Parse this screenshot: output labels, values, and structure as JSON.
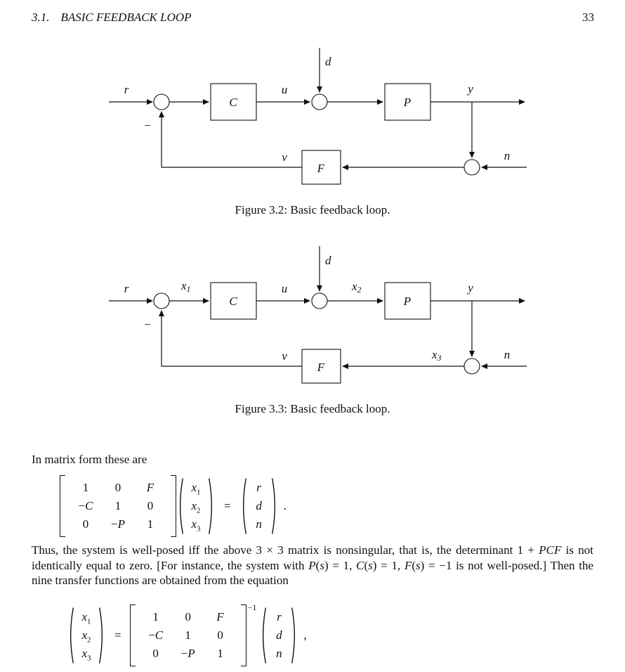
{
  "header": {
    "section_number": "3.1.",
    "section_title": "BASIC FEEDBACK LOOP",
    "page_number": "33"
  },
  "fig32": {
    "caption": "Figure 3.2: Basic feedback loop.",
    "blocks": {
      "C": "C",
      "P": "P",
      "F": "F"
    },
    "labels": {
      "r": "r",
      "minus": "−",
      "u": "u",
      "d": "d",
      "y": "y",
      "n": "n",
      "v": "v"
    }
  },
  "fig33": {
    "caption": "Figure 3.3: Basic feedback loop.",
    "blocks": {
      "C": "C",
      "P": "P",
      "F": "F"
    },
    "labels": {
      "r": "r",
      "minus": "−",
      "u": "u",
      "d": "d",
      "y": "y",
      "n": "n",
      "v": "v",
      "x1": {
        "base": "x",
        "sub": "1"
      },
      "x2": {
        "base": "x",
        "sub": "2"
      },
      "x3": {
        "base": "x",
        "sub": "3"
      }
    }
  },
  "body": {
    "intro": "In matrix form these are",
    "para": [
      {
        "t": "Thus, the system is well-posed iff the above 3 × 3 matrix is nonsingular, that is, the determinant 1 + "
      },
      {
        "t": "PCF",
        "i": true
      },
      {
        "t": " is not identically equal to zero.  [For instance, the system with "
      },
      {
        "t": "P",
        "i": true
      },
      {
        "t": "("
      },
      {
        "t": "s",
        "i": true
      },
      {
        "t": ") = 1, "
      },
      {
        "t": "C",
        "i": true
      },
      {
        "t": "("
      },
      {
        "t": "s",
        "i": true
      },
      {
        "t": ") = 1, "
      },
      {
        "t": "F",
        "i": true
      },
      {
        "t": "("
      },
      {
        "t": "s",
        "i": true
      },
      {
        "t": ") = −1 is not well-posed.]  Then the nine transfer functions are obtained from the equation"
      }
    ]
  },
  "eq1": {
    "matrix": [
      [
        [
          {
            "t": "1"
          }
        ],
        [
          {
            "t": "0"
          }
        ],
        [
          {
            "t": "F",
            "i": true
          }
        ]
      ],
      [
        [
          {
            "t": "−"
          },
          {
            "t": "C",
            "i": true
          }
        ],
        [
          {
            "t": "1"
          }
        ],
        [
          {
            "t": "0"
          }
        ]
      ],
      [
        [
          {
            "t": "0"
          }
        ],
        [
          {
            "t": "−"
          },
          {
            "t": "P",
            "i": true
          }
        ],
        [
          {
            "t": "1"
          }
        ]
      ]
    ],
    "x": [
      [
        {
          "t": "x",
          "i": true
        },
        {
          "t": "1",
          "sub": true
        }
      ],
      [
        {
          "t": "x",
          "i": true
        },
        {
          "t": "2",
          "sub": true
        }
      ],
      [
        {
          "t": "x",
          "i": true
        },
        {
          "t": "3",
          "sub": true
        }
      ]
    ],
    "equals": "=",
    "rhs": [
      [
        {
          "t": "r",
          "i": true
        }
      ],
      [
        {
          "t": "d",
          "i": true
        }
      ],
      [
        {
          "t": "n",
          "i": true
        }
      ]
    ],
    "punct": "."
  },
  "eq2": {
    "x": [
      [
        {
          "t": "x",
          "i": true
        },
        {
          "t": "1",
          "sub": true
        }
      ],
      [
        {
          "t": "x",
          "i": true
        },
        {
          "t": "2",
          "sub": true
        }
      ],
      [
        {
          "t": "x",
          "i": true
        },
        {
          "t": "3",
          "sub": true
        }
      ]
    ],
    "equals": "=",
    "matrix": [
      [
        [
          {
            "t": "1"
          }
        ],
        [
          {
            "t": "0"
          }
        ],
        [
          {
            "t": "F",
            "i": true
          }
        ]
      ],
      [
        [
          {
            "t": "−"
          },
          {
            "t": "C",
            "i": true
          }
        ],
        [
          {
            "t": "1"
          }
        ],
        [
          {
            "t": "0"
          }
        ]
      ],
      [
        [
          {
            "t": "0"
          }
        ],
        [
          {
            "t": "−"
          },
          {
            "t": "P",
            "i": true
          }
        ],
        [
          {
            "t": "1"
          }
        ]
      ]
    ],
    "exp": "−1",
    "rhs": [
      [
        {
          "t": "r",
          "i": true
        }
      ],
      [
        {
          "t": "d",
          "i": true
        }
      ],
      [
        {
          "t": "n",
          "i": true
        }
      ]
    ],
    "punct": ","
  }
}
